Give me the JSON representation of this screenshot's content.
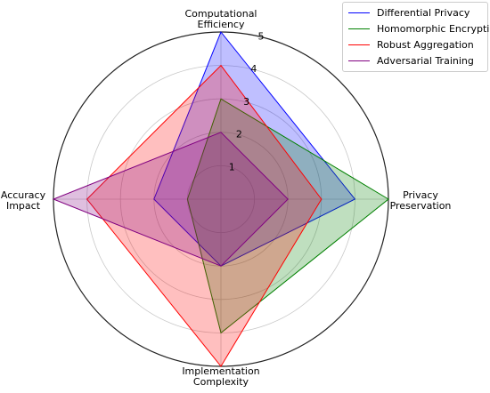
{
  "chart_data": {
    "type": "radar",
    "axes": [
      "Computational\nEfficiency",
      "Privacy\nPreservation",
      "Implementation\nComplexity",
      "Accuracy\nImpact"
    ],
    "rlim": [
      0,
      5
    ],
    "rticks": [
      1,
      2,
      3,
      4,
      5
    ],
    "grid": true,
    "legend_position": "top-right",
    "series": [
      {
        "name": "Differential Privacy",
        "values": [
          5,
          4,
          2,
          2
        ],
        "color": "#0000ff"
      },
      {
        "name": "Homomorphic Encryption",
        "values": [
          3,
          5,
          4,
          1
        ],
        "color": "#008000"
      },
      {
        "name": "Robust Aggregation",
        "values": [
          4,
          3,
          5,
          4
        ],
        "color": "#ff0000"
      },
      {
        "name": "Adversarial Training",
        "values": [
          2,
          2,
          2,
          5
        ],
        "color": "#800080"
      }
    ]
  }
}
